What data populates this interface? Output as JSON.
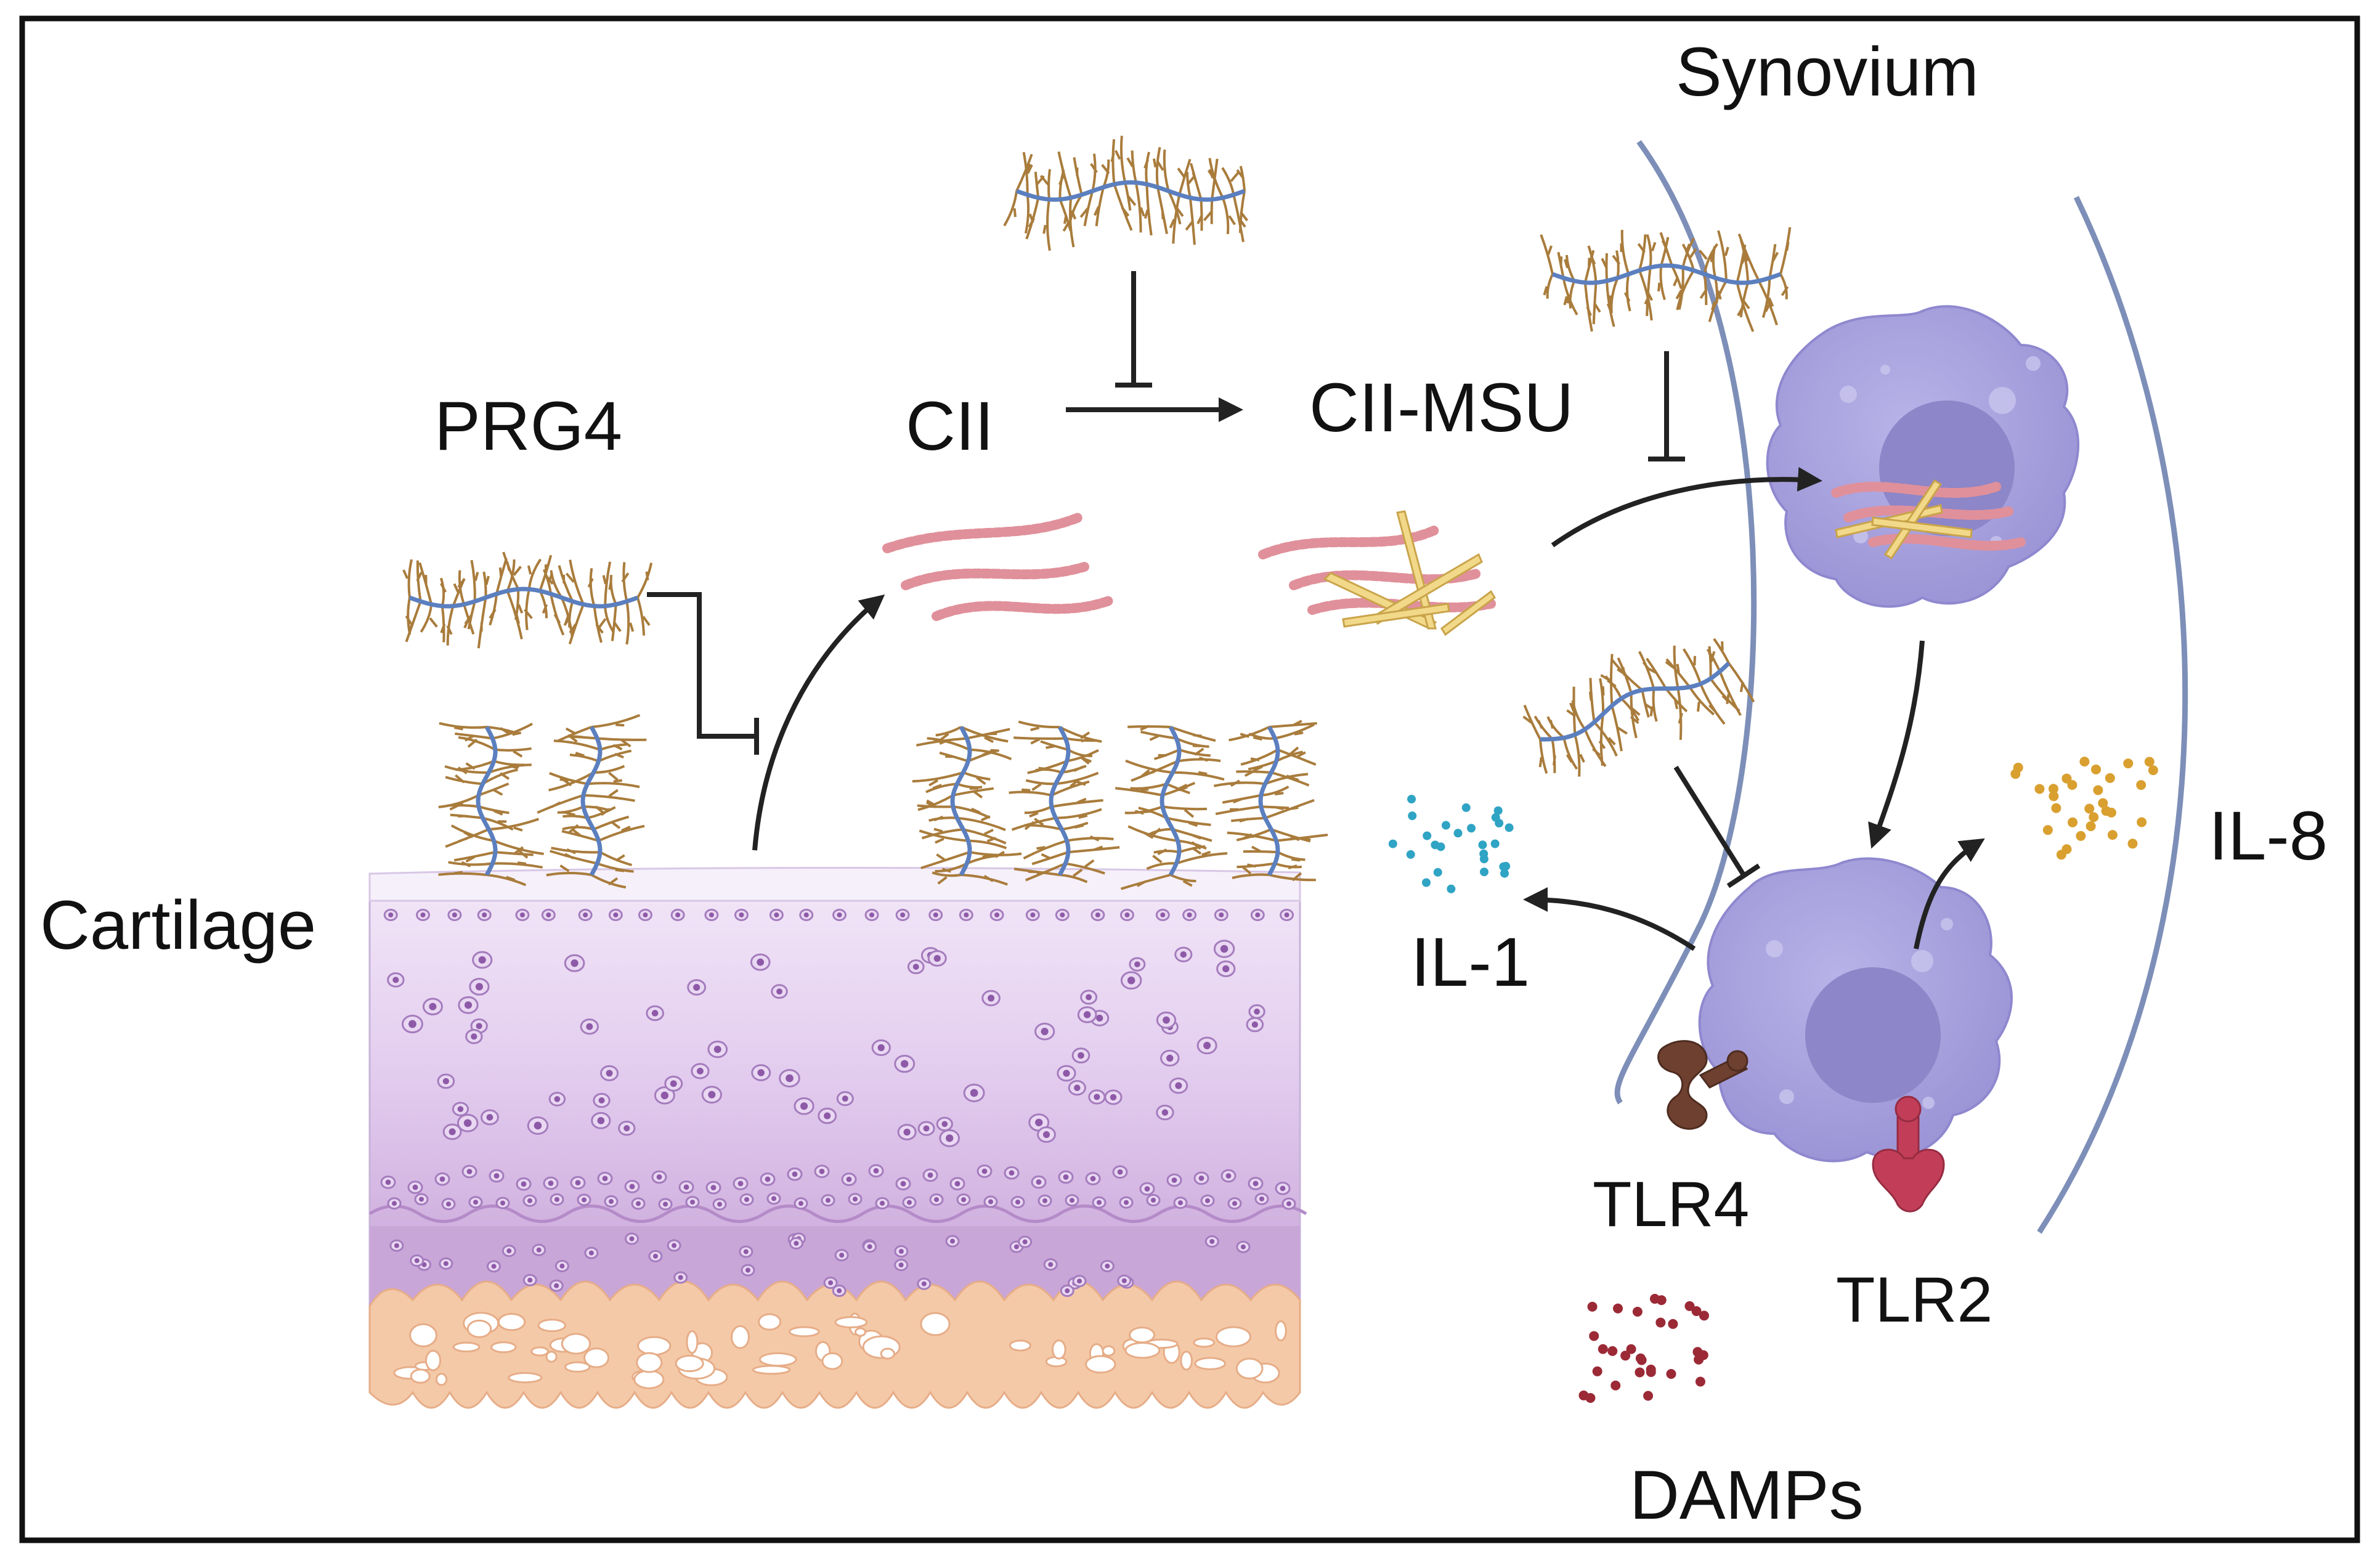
{
  "labels": {
    "synovium": "Synovium",
    "prg4": "PRG4",
    "cii": "CII",
    "cii_msu": "CII-MSU",
    "cartilage": "Cartilage",
    "il1": "IL-1",
    "il8": "IL-8",
    "tlr4": "TLR4",
    "tlr2": "TLR2",
    "damps": "DAMPs"
  },
  "colors": {
    "frame": "#111111",
    "prg4_backbone": "#5b7fbf",
    "prg4_chains": "#a97c3c",
    "collagen": "#e0909a",
    "msu_crystal": "#f2d98a",
    "cell": "#a9a3de",
    "nucleus": "#8d86c8",
    "cartilage_top": "#efe0f5",
    "cartilage_deep": "#c9a8d8",
    "bone": "#f4c9a8",
    "membrane": "#7d8fb8",
    "il1_dots": "#2fa4c4",
    "il8_dots": "#d9a030",
    "damps_dots": "#9b2a36",
    "tlr4": "#6e4030",
    "tlr2": "#c23e58"
  }
}
